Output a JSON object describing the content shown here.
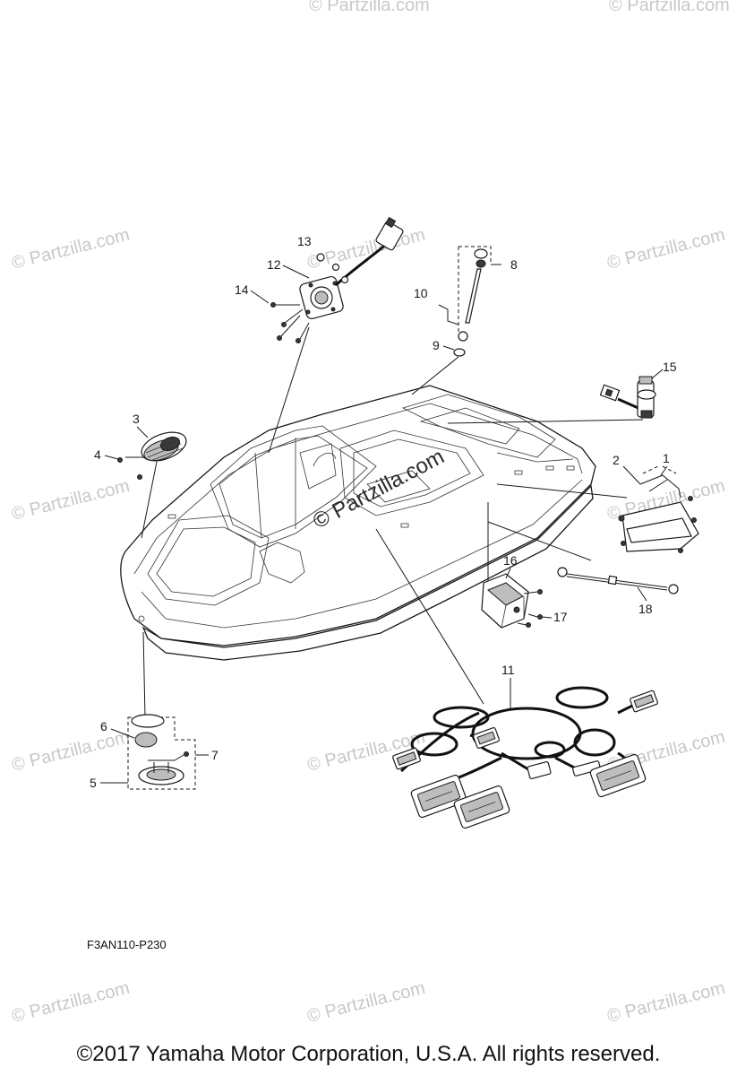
{
  "watermark": "© Partzilla.com",
  "center_watermark": "© Partzilla.com",
  "reference_code": "F3AN110-P230",
  "copyright": "©2017  Yamaha Motor Corporation, U.S.A. All rights reserved.",
  "callouts": [
    "1",
    "2",
    "3",
    "4",
    "5",
    "6",
    "7",
    "8",
    "9",
    "10",
    "11",
    "12",
    "13",
    "14",
    "15",
    "16",
    "17",
    "18"
  ]
}
